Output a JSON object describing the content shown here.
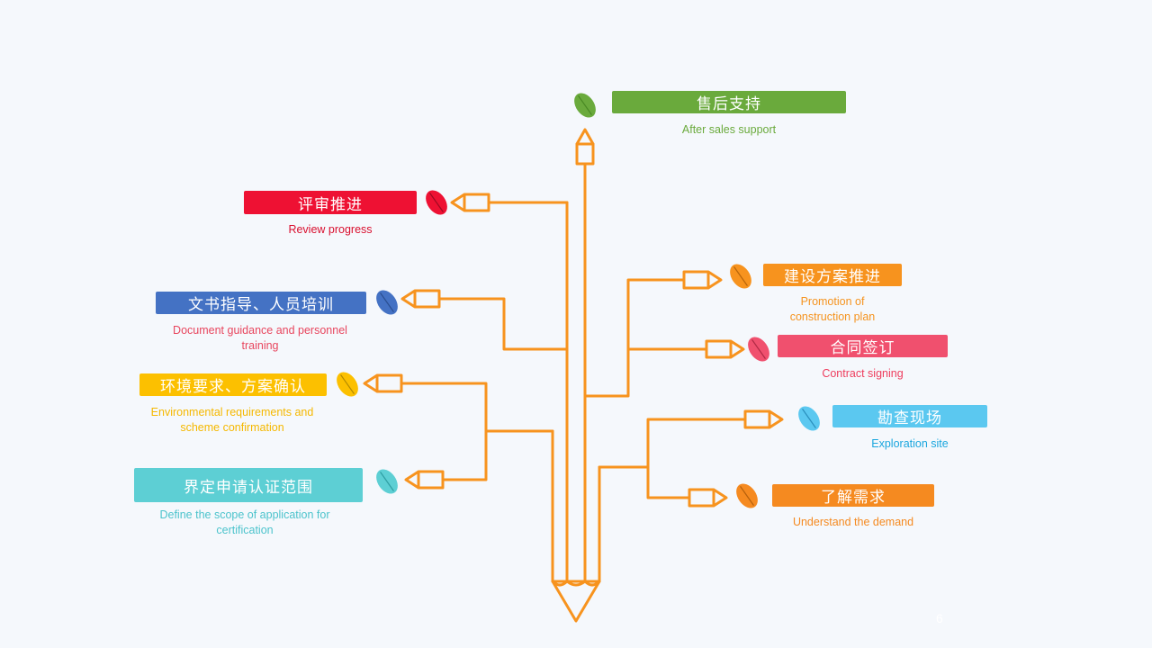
{
  "colors": {
    "line": "#f7931e",
    "green": "#6aaa3c",
    "red": "#ee1133",
    "blue": "#4472c4",
    "yellow": "#fcc000",
    "teal": "#5dcfd4",
    "orange": "#f7931e",
    "pink": "#f0506e",
    "skyblue": "#5bc8f0",
    "darkorange": "#f58a20"
  },
  "steps": [
    {
      "key": "after-sales",
      "title": "售后支持",
      "subtitle": "After sales support",
      "color": "#6aaa3c",
      "sub_color": "#6aaa3c"
    },
    {
      "key": "review",
      "title": "评审推进",
      "subtitle": "Review progress",
      "color": "#ee1133",
      "sub_color": "#d90f2e"
    },
    {
      "key": "document",
      "title": "文书指导、人员培训",
      "subtitle": "Document guidance and personnel training",
      "color": "#4472c4",
      "sub_color": "#e8465e"
    },
    {
      "key": "environment",
      "title": "环境要求、方案确认",
      "subtitle": "Environmental requirements and scheme confirmation",
      "color": "#fcc000",
      "sub_color": "#f5b800"
    },
    {
      "key": "scope",
      "title": "界定申请认证范围",
      "subtitle": "Define the scope of application for certification",
      "color": "#5dcfd4",
      "sub_color": "#4cc3cc"
    },
    {
      "key": "plan",
      "title": "建设方案推进",
      "subtitle": "Promotion of construction plan",
      "color": "#f7931e",
      "sub_color": "#f5931e"
    },
    {
      "key": "contract",
      "title": "合同签订",
      "subtitle": "Contract signing",
      "color": "#f0506e",
      "sub_color": "#ee3d5e"
    },
    {
      "key": "exploration",
      "title": "勘查现场",
      "subtitle": "Exploration site",
      "color": "#5bc8f0",
      "sub_color": "#1aa6de"
    },
    {
      "key": "demand",
      "title": "了解需求",
      "subtitle": "Understand the demand",
      "color": "#f58a20",
      "sub_color": "#f58a20"
    }
  ],
  "page_number": "6"
}
